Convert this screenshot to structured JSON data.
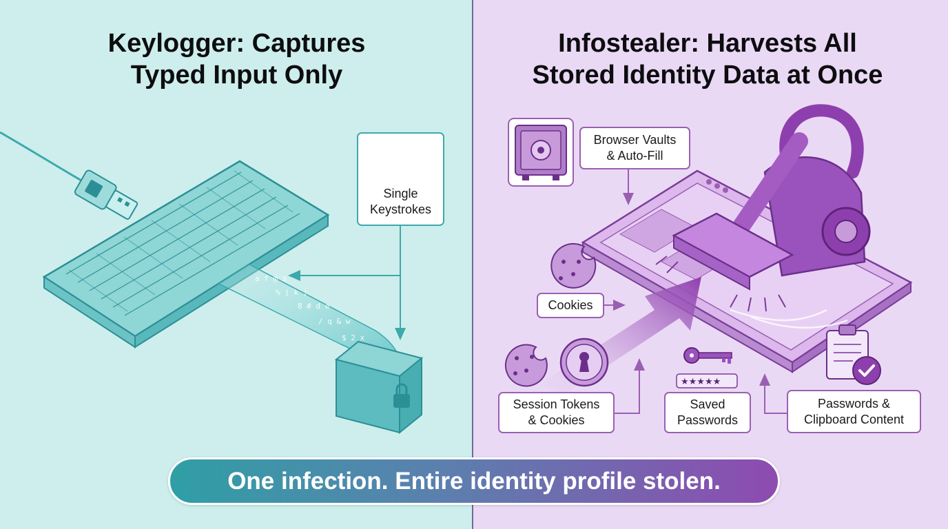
{
  "left": {
    "title_line1": "Keylogger: Captures",
    "title_line2": "Typed Input Only",
    "callout": {
      "line1": "Single",
      "line2": "Keystrokes"
    }
  },
  "right": {
    "title_line1": "Infostealer: Harvests All",
    "title_line2": "Stored Identity Data at Once",
    "labels": {
      "browser_vaults": {
        "line1": "Browser Vaults",
        "line2": "& Auto-Fill"
      },
      "cookies": "Cookies",
      "session_tokens": {
        "line1": "Session Tokens",
        "line2": "& Cookies"
      },
      "saved_passwords": {
        "line1": "Saved",
        "line2": "Passwords"
      },
      "passwords_clipboard": {
        "line1": "Passwords &",
        "line2": "Clipboard Content"
      }
    }
  },
  "banner": "One infection. Entire identity profile stolen.",
  "colors": {
    "left_bg": "#cdeeec",
    "right_bg": "#ead9f4",
    "teal_accent": "#3ba9ad",
    "purple_accent": "#8e4bb0",
    "divider": "#6f6a9a"
  },
  "icons": [
    "usb-plug-icon",
    "keyboard-icon",
    "key-icon",
    "keystroke-stream-icon",
    "lockbox-icon",
    "safe-icon",
    "browser-window-icon",
    "vacuum-icon",
    "cookie-icon",
    "keyhole-icon",
    "password-field-icon",
    "clipboard-check-icon"
  ]
}
